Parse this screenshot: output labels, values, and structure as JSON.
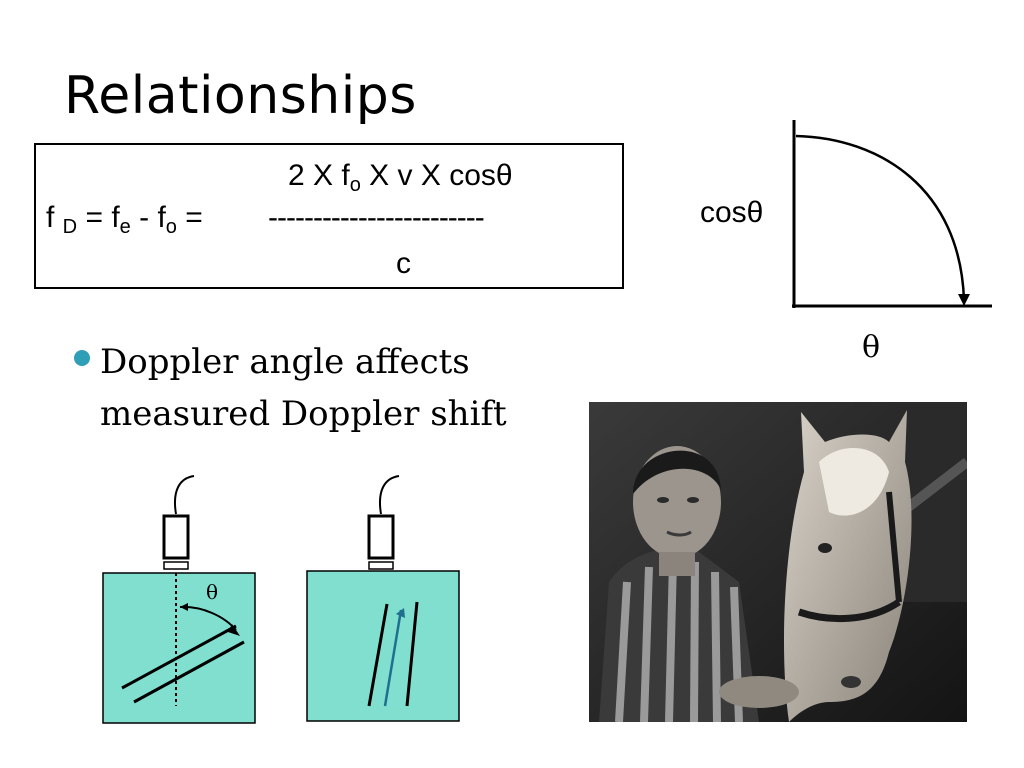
{
  "slide": {
    "title": "Relationships"
  },
  "formula": {
    "numerator": "2 X f",
    "numerator_sub": "o",
    "numerator_rest": " X v X cosθ",
    "lhs_f": "f ",
    "lhs_D": "D",
    "lhs_eq1": " = f",
    "lhs_e": "e",
    "lhs_minus": " - f",
    "lhs_o": "o",
    "lhs_eq2": " =",
    "dashes": "------------------------",
    "denominator": "c"
  },
  "graph": {
    "y_label": "cosθ",
    "x_label": "θ"
  },
  "bullet": {
    "text": "Doppler angle affects measured Doppler shift"
  },
  "diagrams": {
    "angle_label": "θ"
  },
  "colors": {
    "diagram_fill": "#80dfcf",
    "accent": "#2f9fb8",
    "arrow": "#1f6f8f"
  }
}
